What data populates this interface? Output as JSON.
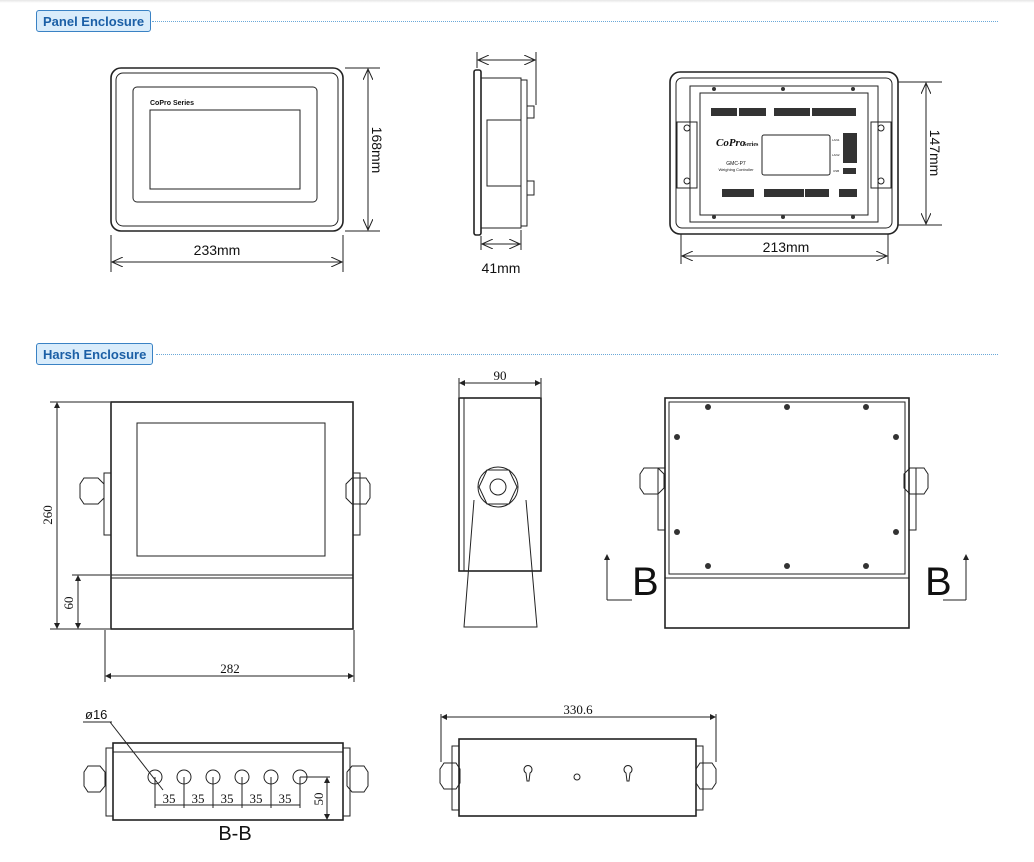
{
  "sections": {
    "panel": {
      "title": "Panel Enclosure"
    },
    "harsh": {
      "title": "Harsh  Enclosure"
    }
  },
  "panel_views": {
    "front": {
      "brand": "CoPro Series",
      "width": "233mm",
      "height": "168mm"
    },
    "side": {
      "depth": "41mm"
    },
    "rear": {
      "width": "213mm",
      "height": "147mm",
      "brand": "CoPro",
      "brand_suffix": "Series",
      "model": "GMC-P7",
      "subtitle": "Weighing Controller",
      "port_lan1": "LAN1",
      "port_lan2": "LAN2",
      "port_usb": "USB"
    }
  },
  "harsh_views": {
    "front": {
      "height": "260",
      "base_height": "60",
      "width": "282"
    },
    "side": {
      "depth": "90"
    },
    "rear": {
      "section_left": "B",
      "section_right": "B"
    },
    "bottom": {
      "hole_dia": "ø16",
      "pitches": [
        "35",
        "35",
        "35",
        "35",
        "35"
      ],
      "hole_height": "50",
      "label": "B-B"
    },
    "top": {
      "overall_width": "330.6"
    }
  },
  "colors": {
    "badge_bg": "#d9ecfb",
    "badge_border": "#3a82c4",
    "badge_text": "#1b5fa6"
  }
}
